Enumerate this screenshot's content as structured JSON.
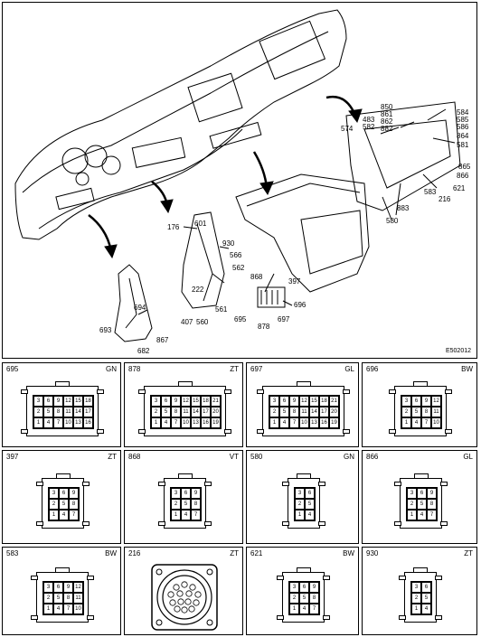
{
  "diagram": {
    "figure_code": "E502012",
    "callouts": [
      {
        "id": "c850",
        "text": "850"
      },
      {
        "id": "c861",
        "text": "861"
      },
      {
        "id": "c862",
        "text": "862"
      },
      {
        "id": "c882",
        "text": "882"
      },
      {
        "id": "c483",
        "text": "483"
      },
      {
        "id": "c582",
        "text": "582"
      },
      {
        "id": "c574",
        "text": "574"
      },
      {
        "id": "c584",
        "text": "584"
      },
      {
        "id": "c585",
        "text": "585"
      },
      {
        "id": "c586",
        "text": "586"
      },
      {
        "id": "c864",
        "text": "864"
      },
      {
        "id": "c581",
        "text": "581"
      },
      {
        "id": "c865",
        "text": "865"
      },
      {
        "id": "c866",
        "text": "866"
      },
      {
        "id": "c621",
        "text": "621"
      },
      {
        "id": "c216",
        "text": "216"
      },
      {
        "id": "c583",
        "text": "583"
      },
      {
        "id": "c883",
        "text": "883"
      },
      {
        "id": "c580",
        "text": "580"
      },
      {
        "id": "c601",
        "text": "601"
      },
      {
        "id": "c176",
        "text": "176"
      },
      {
        "id": "c930",
        "text": "930"
      },
      {
        "id": "c566",
        "text": "566"
      },
      {
        "id": "c562",
        "text": "562"
      },
      {
        "id": "c222",
        "text": "222"
      },
      {
        "id": "c561",
        "text": "561"
      },
      {
        "id": "c407",
        "text": "407"
      },
      {
        "id": "c560",
        "text": "560"
      },
      {
        "id": "c868",
        "text": "868"
      },
      {
        "id": "c397",
        "text": "397"
      },
      {
        "id": "c696b",
        "text": "696"
      },
      {
        "id": "c695",
        "text": "695"
      },
      {
        "id": "c697",
        "text": "697"
      },
      {
        "id": "c878",
        "text": "878"
      },
      {
        "id": "c694",
        "text": "694"
      },
      {
        "id": "c693",
        "text": "693"
      },
      {
        "id": "c867",
        "text": "867"
      },
      {
        "id": "c682",
        "text": "682"
      }
    ]
  },
  "connectors": [
    {
      "id": "695",
      "color": "GN",
      "type": "rect",
      "rows": [
        [
          "3",
          "6",
          "9",
          "12",
          "15",
          "18"
        ],
        [
          "2",
          "5",
          "8",
          "11",
          "14",
          "17"
        ],
        [
          "1",
          "4",
          "7",
          "10",
          "13",
          "16"
        ]
      ]
    },
    {
      "id": "878",
      "color": "ZT",
      "type": "rect",
      "rows": [
        [
          "3",
          "6",
          "9",
          "12",
          "15",
          "18",
          "21"
        ],
        [
          "2",
          "5",
          "8",
          "11",
          "14",
          "17",
          "20"
        ],
        [
          "1",
          "4",
          "7",
          "10",
          "13",
          "16",
          "19"
        ]
      ]
    },
    {
      "id": "697",
      "color": "GL",
      "type": "rect",
      "rows": [
        [
          "3",
          "6",
          "9",
          "12",
          "15",
          "18",
          "21"
        ],
        [
          "2",
          "5",
          "8",
          "11",
          "14",
          "17",
          "20"
        ],
        [
          "1",
          "4",
          "7",
          "10",
          "13",
          "16",
          "19"
        ]
      ]
    },
    {
      "id": "696",
      "color": "BW",
      "type": "rect",
      "rows": [
        [
          "3",
          "6",
          "9",
          "12"
        ],
        [
          "2",
          "5",
          "8",
          "11"
        ],
        [
          "1",
          "4",
          "7",
          "10"
        ]
      ]
    },
    {
      "id": "397",
      "color": "ZT",
      "type": "rect",
      "rows": [
        [
          "3",
          "6",
          "9"
        ],
        [
          "2",
          "5",
          "8"
        ],
        [
          "1",
          "4",
          "7"
        ]
      ]
    },
    {
      "id": "868",
      "color": "VT",
      "type": "rect",
      "rows": [
        [
          "3",
          "6",
          "9"
        ],
        [
          "2",
          "5",
          "8"
        ],
        [
          "1",
          "4",
          "7"
        ]
      ]
    },
    {
      "id": "580",
      "color": "GN",
      "type": "rect",
      "rows": [
        [
          "3",
          "6"
        ],
        [
          "2",
          "5"
        ],
        [
          "1",
          "4"
        ]
      ]
    },
    {
      "id": "866",
      "color": "GL",
      "type": "rect",
      "rows": [
        [
          "3",
          "6",
          "9"
        ],
        [
          "2",
          "5",
          "8"
        ],
        [
          "1",
          "4",
          "7"
        ]
      ]
    },
    {
      "id": "583",
      "color": "BW",
      "type": "rect",
      "rows": [
        [
          "3",
          "6",
          "9",
          "12"
        ],
        [
          "2",
          "5",
          "8",
          "11"
        ],
        [
          "1",
          "4",
          "7",
          "10"
        ]
      ]
    },
    {
      "id": "216",
      "color": "ZT",
      "type": "round",
      "rows": []
    },
    {
      "id": "621",
      "color": "BW",
      "type": "rect",
      "rows": [
        [
          "3",
          "6",
          "9"
        ],
        [
          "2",
          "5",
          "8"
        ],
        [
          "1",
          "4",
          "7"
        ]
      ]
    },
    {
      "id": "930",
      "color": "ZT",
      "type": "rect",
      "rows": [
        [
          "3",
          "6"
        ],
        [
          "2",
          "5"
        ],
        [
          "1",
          "4"
        ]
      ]
    }
  ]
}
